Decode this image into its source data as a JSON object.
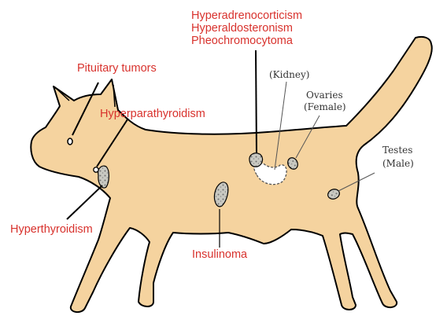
{
  "colors": {
    "body_fill": "#f5d39f",
    "outline": "#000000",
    "red_text": "#d8322d",
    "dark_text": "#333333",
    "gland_fill": "#c9c9c2"
  },
  "labels": {
    "adrenal_line1": "Hyperadrenocorticism",
    "adrenal_line2": "Hyperaldosteronism",
    "adrenal_line3": "Pheochromocytoma",
    "pituitary": "Pituitary tumors",
    "parathyroid": "Hyperparathyroidism",
    "kidney": "(Kidney)",
    "ovaries_line1": "Ovaries",
    "ovaries_line2": "(Female)",
    "testes_line1": "Testes",
    "testes_line2": "(Male)",
    "thyroid": "Hyperthyroidism",
    "insulinoma": "Insulinoma"
  },
  "icons": {
    "pituitary_gland": "pituitary-gland-icon",
    "thyroid_gland": "thyroid-gland-icon",
    "parathyroid_gland": "parathyroid-gland-icon",
    "pancreas": "pancreas-icon",
    "adrenal_gland": "adrenal-gland-icon",
    "kidney": "kidney-outline-icon",
    "ovary": "ovary-icon",
    "testis": "testis-icon"
  }
}
